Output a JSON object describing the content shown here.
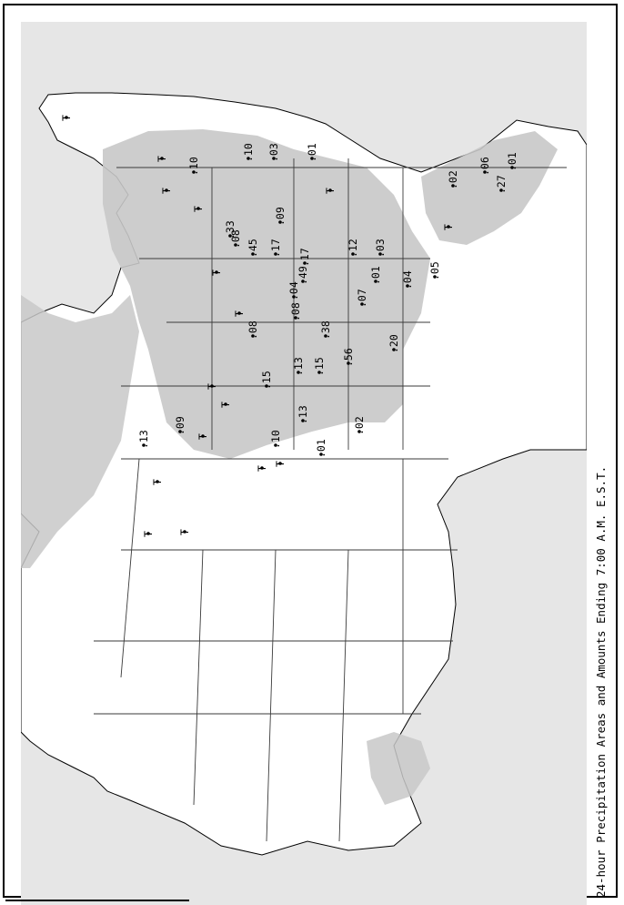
{
  "caption": "24-hour Precipitation Areas and Amounts Ending 7:00 A.M. E.S.T.",
  "colors": {
    "land": "#ffffff",
    "water": "#e6e6e6",
    "precip_area": "#c8c8c8",
    "heavy_precip": "#b4b4b4",
    "border": "#3a3a3a",
    "text": "#000000"
  },
  "amounts": [
    {
      "label": "T"
    },
    {
      "label": "T"
    },
    {
      "label": ".10"
    },
    {
      "label": "T"
    },
    {
      "label": "T"
    },
    {
      "label": ".10"
    },
    {
      "label": ".03"
    },
    {
      "label": ".01"
    },
    {
      "label": "T"
    },
    {
      "label": ".09"
    },
    {
      "label": ".33"
    },
    {
      "label": ".08"
    },
    {
      "label": "T"
    },
    {
      "label": ".45"
    },
    {
      "label": ".17"
    },
    {
      "label": ".12"
    },
    {
      "label": ".03"
    },
    {
      "label": ".02"
    },
    {
      "label": ".06"
    },
    {
      "label": ".27"
    },
    {
      "label": ".01"
    },
    {
      "label": "T"
    },
    {
      "label": ".17"
    },
    {
      "label": ".04"
    },
    {
      "label": ".49"
    },
    {
      "label": ".08"
    },
    {
      "label": ".07"
    },
    {
      "label": ".01"
    },
    {
      "label": ".04"
    },
    {
      "label": ".05"
    },
    {
      "label": "T"
    },
    {
      "label": ".08"
    },
    {
      "label": ".38"
    },
    {
      "label": "T"
    },
    {
      "label": "T"
    },
    {
      "label": ".15"
    },
    {
      "label": ".13"
    },
    {
      "label": ".15"
    },
    {
      "label": ".56"
    },
    {
      "label": ".20"
    },
    {
      "label": "T"
    },
    {
      "label": ".09"
    },
    {
      "label": ".10"
    },
    {
      "label": ".13"
    },
    {
      "label": ".01"
    },
    {
      "label": ".02"
    },
    {
      "label": ".13"
    },
    {
      "label": "T"
    },
    {
      "label": "T"
    },
    {
      "label": "T"
    },
    {
      "label": "T"
    },
    {
      "label": "T"
    }
  ]
}
